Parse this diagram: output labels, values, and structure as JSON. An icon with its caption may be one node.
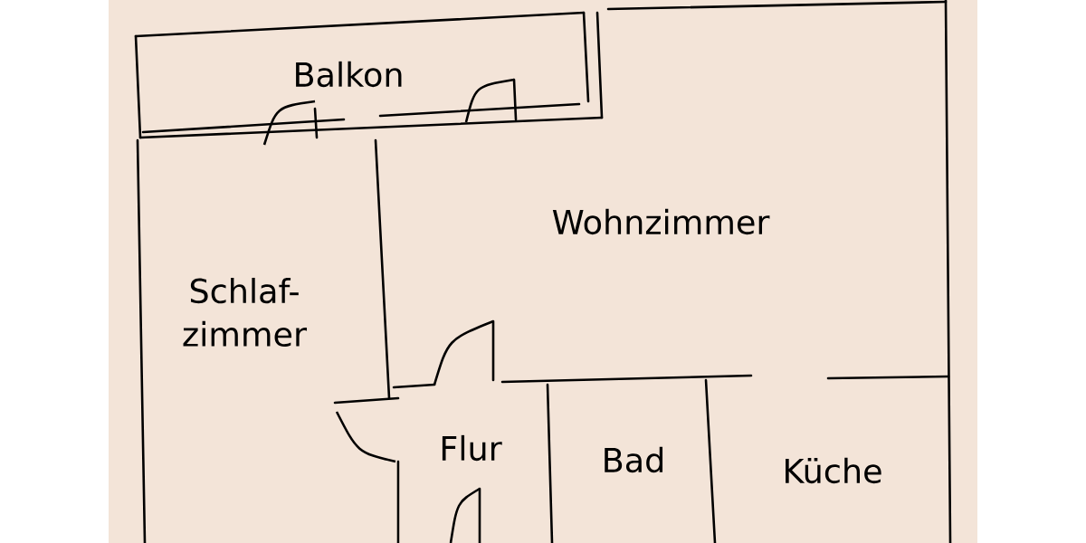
{
  "diagram": {
    "nodes": [
      {
        "text": [
          "Balkon"
        ]
      },
      {
        "text": [
          "Wohnzimmer"
        ]
      },
      {
        "text": [
          "Schlaf- zimmer"
        ]
      },
      {
        "text": [
          "Flur"
        ]
      },
      {
        "text": [
          "Bad"
        ]
      },
      {
        "text": [
          "Küche"
        ]
      }
    ]
  }
}
